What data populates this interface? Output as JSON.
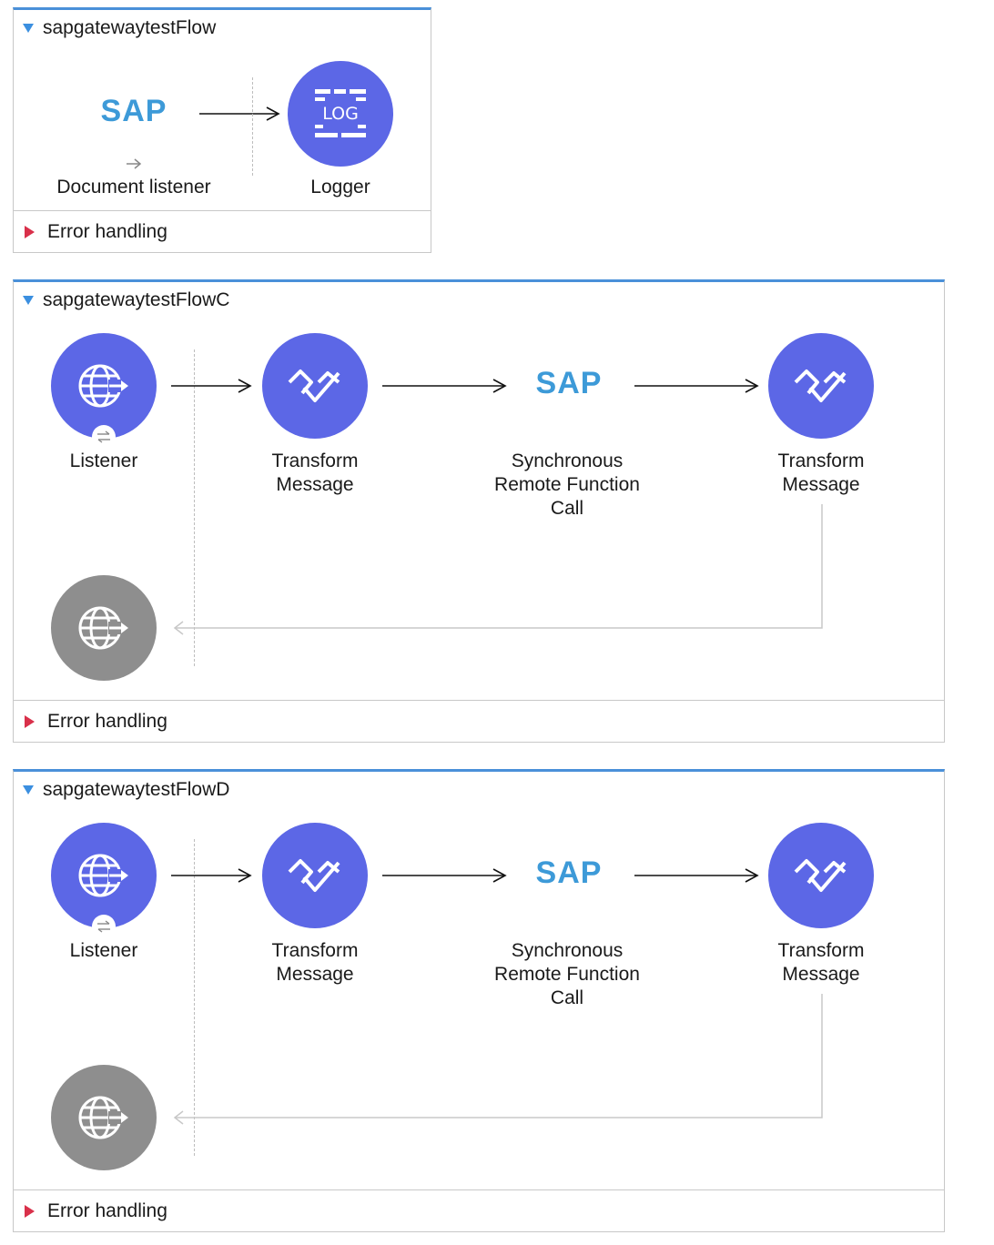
{
  "flows": [
    {
      "name": "sapgatewaytestFlow",
      "error_label": "Error handling",
      "nodes": [
        {
          "label": "Document listener",
          "brand": "SAP"
        },
        {
          "label": "Logger",
          "icon_text": "LOG"
        }
      ]
    },
    {
      "name": "sapgatewaytestFlowC",
      "error_label": "Error handling",
      "nodes": [
        {
          "label": "Listener"
        },
        {
          "label": "Transform\nMessage"
        },
        {
          "label": "Synchronous\nRemote Function\nCall",
          "brand": "SAP"
        },
        {
          "label": "Transform\nMessage"
        }
      ]
    },
    {
      "name": "sapgatewaytestFlowD",
      "error_label": "Error handling",
      "nodes": [
        {
          "label": "Listener"
        },
        {
          "label": "Transform\nMessage"
        },
        {
          "label": "Synchronous\nRemote Function\nCall",
          "brand": "SAP"
        },
        {
          "label": "Transform\nMessage"
        }
      ]
    }
  ],
  "icons": {
    "listener": "globe-arrow-icon",
    "transform": "dataweave-icon",
    "logger": "log-icon",
    "sap": "sap-logo"
  },
  "colors": {
    "node_fill": "#5c67e6",
    "response_fill": "#8e8e8e",
    "header_accent": "#4a90d9",
    "sap_blue": "#3d9ad8",
    "error_triangle": "#d9304a"
  }
}
